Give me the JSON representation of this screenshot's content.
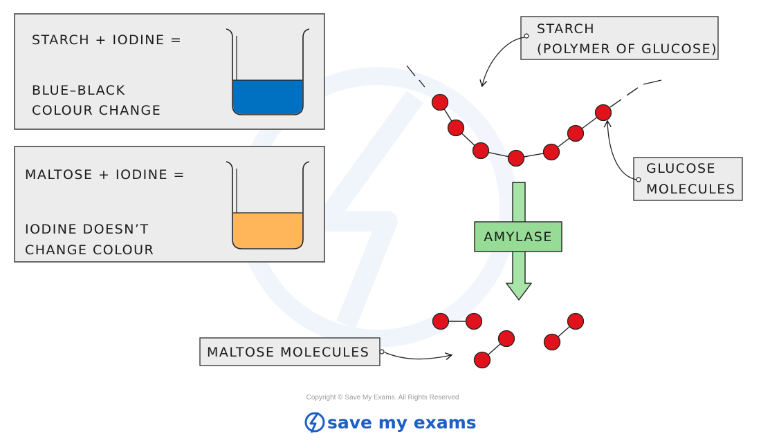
{
  "boxes": {
    "starch_test": {
      "equation": "STARCH + IODINE =",
      "result_line1": "BLUE–BLACK",
      "result_line2": "COLOUR CHANGE",
      "liquid_color": "#0070c0"
    },
    "maltose_test": {
      "equation": "MALTOSE + IODINE =",
      "result_line1": "IODINE DOESN’T",
      "result_line2": "CHANGE COLOUR",
      "liquid_color": "#ffb55a"
    }
  },
  "labels": {
    "starch_line1": "STARCH",
    "starch_line2": "(POLYMER OF GLUCOSE)",
    "glucose_line1": "GLUCOSE",
    "glucose_line2": "MOLECULES",
    "enzyme": "AMYLASE",
    "maltose": "MALTOSE MOLECULES"
  },
  "footer": {
    "copyright": "Copyright © Save My Exams. All Rights Reserved",
    "logo_text": "save my exams"
  },
  "colors": {
    "panel_fill": "#ececec",
    "molecule_red": "#e0121b",
    "arrow_green": "#a7e4a7",
    "enzyme_fill": "#96dc96",
    "brand_blue": "#1e5fc6"
  }
}
